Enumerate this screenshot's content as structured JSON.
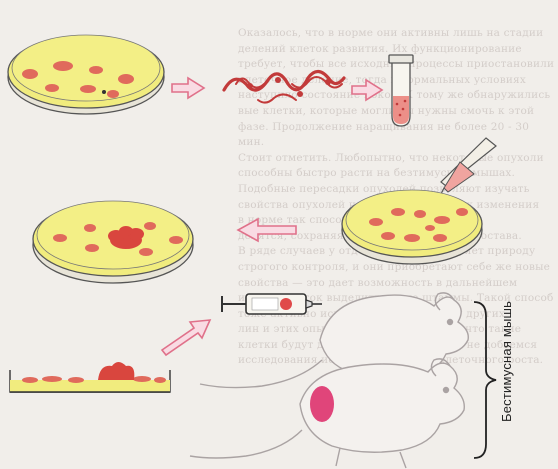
{
  "illustration": {
    "side_label": "Бестимусная мышь"
  },
  "bleed_text": [
    "Оказалось, что в норме они активны лишь на стадии",
    "делений клеток развития. Их функционирование",
    "требует, чтобы все исходные процессы приостановили",
    "клеточное деление, тогда в нормальных условиях",
    "наступило состояние покоя. К тому же обнаружились",
    "вые клетки, которые могли бы нужны смочь к этой",
    "фазе. Продолжение наращивания не более 20 - 30 мин.",
    "Стоит отметить. Любопытно, что некоторые опухоли",
    "способны быстро расти на безтимусных мышах.",
    "Подобные пересадки опухолей позволяют изучать",
    "свойства опухолей на этих животных, их изменения",
    "в норме так способны. Их клетки активно",
    "делятся, сохраняя все свои особенности состава.",
    "В ряде случаев у отдельных клеток теряет природу",
    "строгого контроля, и они приобретают себе же новые",
    "свойства — это дает возможность в дальнейшем",
    "из этих клеток выделить новые штаммы. Такой способ",
    "тоже активно используется, но как и у других",
    "лин и этих опытах не приведет к тому, что такие",
    "клетки будут долгое время, тем самым не добьемся",
    "исследования исходной на уровне клеточного роста."
  ]
}
